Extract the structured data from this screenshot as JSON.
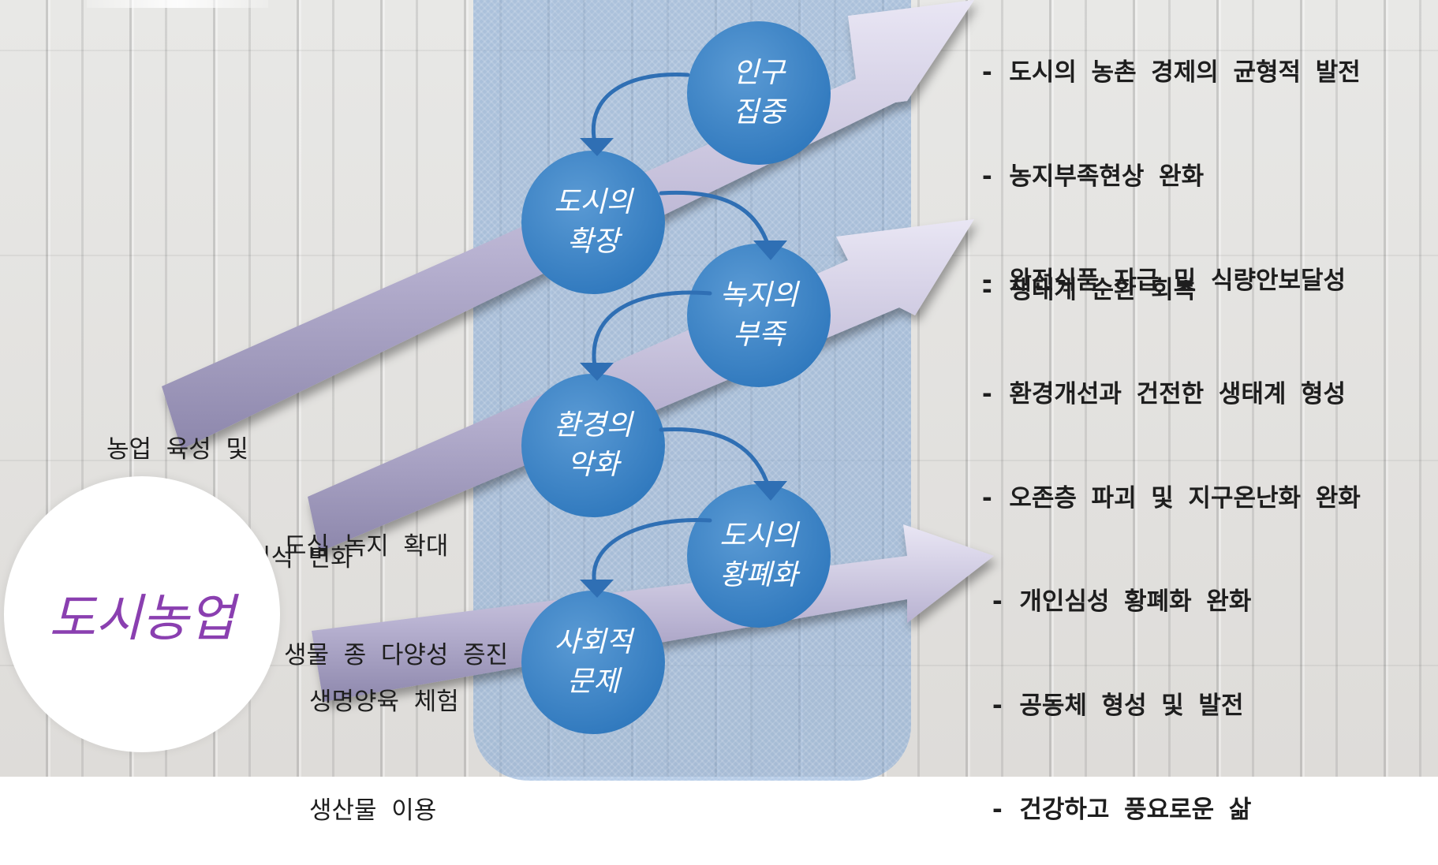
{
  "title": "도시농업",
  "nodes": [
    {
      "id": "population",
      "lines": [
        "인구",
        "집중"
      ]
    },
    {
      "id": "city-expansion",
      "lines": [
        "도시의",
        "확장"
      ]
    },
    {
      "id": "green-lack",
      "lines": [
        "녹지의",
        "부족"
      ]
    },
    {
      "id": "env-decline",
      "lines": [
        "환경의",
        "악화"
      ]
    },
    {
      "id": "city-desolation",
      "lines": [
        "도시의",
        "황폐화"
      ]
    },
    {
      "id": "social-problem",
      "lines": [
        "사회적",
        "문제"
      ]
    }
  ],
  "arrow_labels": [
    {
      "lines": [
        "농업 육성 및",
        "농업에 대한 인식 변화"
      ]
    },
    {
      "lines": [
        "도심 녹지 확대",
        "생물 종 다양성 증진"
      ]
    },
    {
      "lines": [
        "생명양육 체험",
        "생산물 이용"
      ]
    }
  ],
  "outcomes": [
    {
      "lines": [
        "- 도시의 농촌 경제의 균형적 발전",
        "- 농지부족현상 완화",
        "- 완전식품 자급 및 식량안보달성"
      ]
    },
    {
      "lines": [
        "- 생태계 순환 회복",
        "- 환경개선과 건전한 생태계 형성",
        "- 오존층 파괴 및 지구온난화 완화"
      ]
    },
    {
      "lines": [
        "- 개인심성 황폐화 완화",
        "- 공동체 형성 및 발전",
        "- 건강하고 풍요로운 삶"
      ]
    }
  ],
  "colors": {
    "node": "#3d86c6",
    "band": "#7ea3cf",
    "arrow": "#b9b3d2",
    "title": "#8a3fb0",
    "connector": "#2f6fb4"
  }
}
